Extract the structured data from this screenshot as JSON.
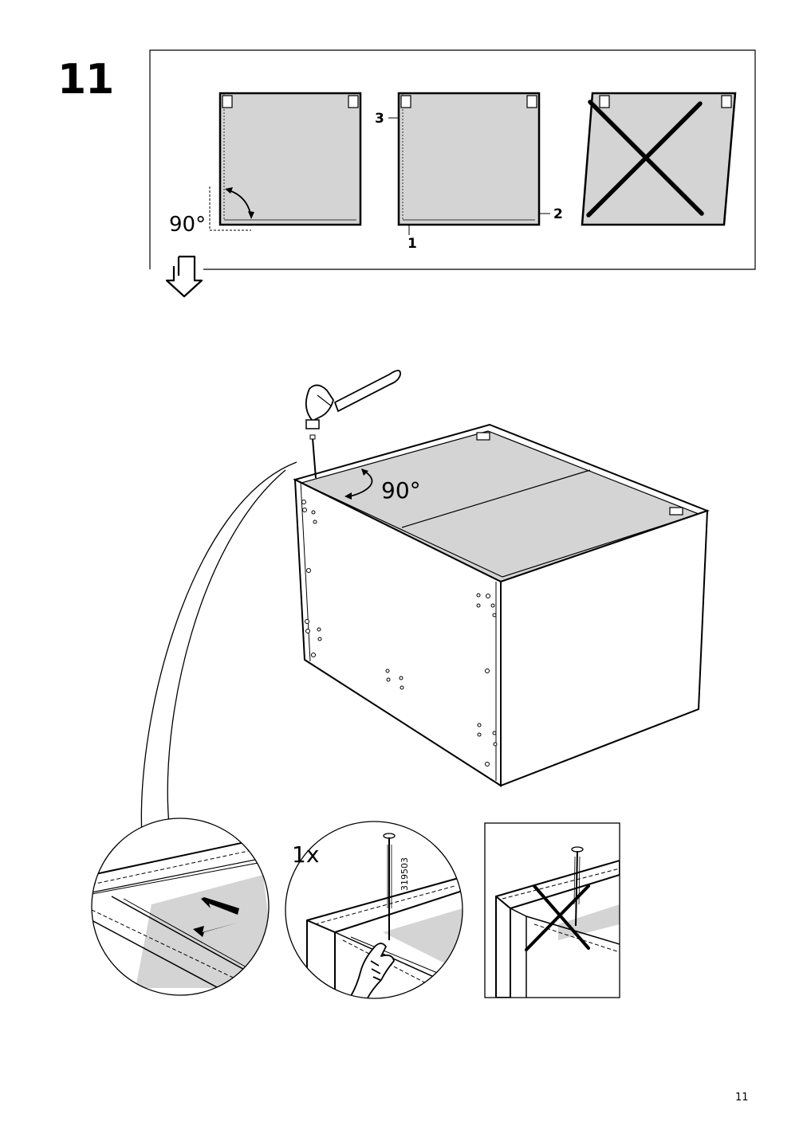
{
  "step": {
    "number": "11"
  },
  "top_panel": {
    "angle_label": "90°",
    "callouts": [
      "1",
      "2",
      "3"
    ]
  },
  "main_view": {
    "angle_label": "90°"
  },
  "details": {
    "quantity_label": "1x",
    "part_number": "319503"
  },
  "colors": {
    "panel_gray": "#d4d4d4",
    "line": "#000000"
  },
  "footer": {
    "page_number": "11"
  }
}
